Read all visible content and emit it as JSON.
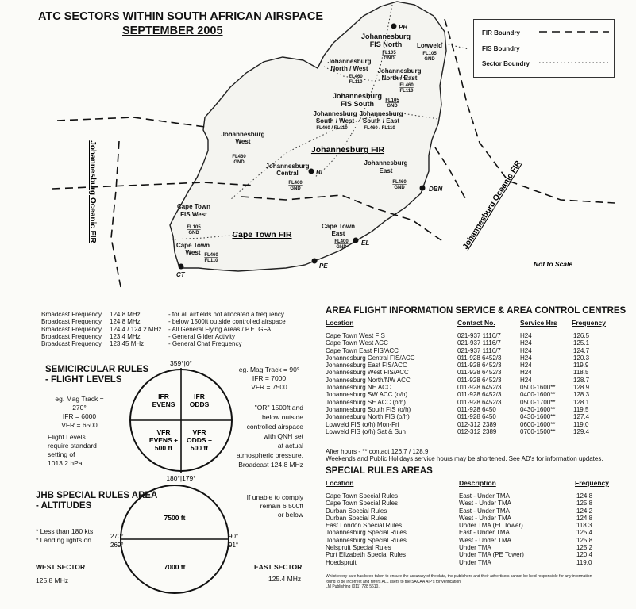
{
  "title": {
    "line1": "ATC SECTORS WITHIN SOUTH AFRICAN AIRSPACE",
    "line2": "SEPTEMBER 2005"
  },
  "legend": {
    "fir": "FIR Boundry",
    "fis": "FIS Boundry",
    "sector": "Sector Boundry"
  },
  "map": {
    "not_to_scale": "Not to Scale",
    "fir_jhb": "Johannesburg FIR",
    "fir_ct": "Cape Town FIR",
    "oceanic_west": "Johannesburg Oceanic FIR",
    "oceanic_east": "Johannesburg Oceanic FIR",
    "cities": [
      {
        "code": "PB"
      },
      {
        "code": "BL"
      },
      {
        "code": "DBN"
      },
      {
        "code": "EL"
      },
      {
        "code": "PE"
      },
      {
        "code": "CT"
      }
    ],
    "sectors": [
      {
        "name": [
          "Johannesburg",
          "FIS North"
        ],
        "levels": [
          "FL105",
          "GND"
        ]
      },
      {
        "name": [
          "Lowveld"
        ],
        "levels": [
          "FL105",
          "GND"
        ]
      },
      {
        "name": [
          "Johannesburg",
          "North / West"
        ],
        "levels": [
          "FL460",
          "FL110"
        ]
      },
      {
        "name": [
          "Johannesburg",
          "North / East"
        ],
        "levels": [
          "FL460",
          "FL110"
        ]
      },
      {
        "name": [
          "Johannesburg",
          "FIS South"
        ],
        "levels": [
          "FL105",
          "GND"
        ]
      },
      {
        "name": [
          "Johannesburg",
          "South / West"
        ],
        "levels": [
          "FL460 / FL110"
        ]
      },
      {
        "name": [
          "Johannesburg",
          "South / East"
        ],
        "levels": [
          "FL460 / FL110"
        ]
      },
      {
        "name": [
          "Johannesburg",
          "West"
        ],
        "levels": [
          "FL460",
          "GND"
        ]
      },
      {
        "name": [
          "Johannesburg",
          "Central"
        ],
        "levels": [
          "FL460",
          "GND"
        ]
      },
      {
        "name": [
          "Johannesburg",
          "East"
        ],
        "levels": [
          "FL460",
          "GND"
        ]
      },
      {
        "name": [
          "Cape Town",
          "FIS West"
        ],
        "levels": [
          "FL105",
          "GND"
        ]
      },
      {
        "name": [
          "Cape Town",
          "West"
        ],
        "levels": [
          "FL460",
          "FL110"
        ]
      },
      {
        "name": [
          "Cape Town",
          "East"
        ],
        "levels": [
          "FL400",
          "GND"
        ]
      }
    ]
  },
  "broadcast": [
    {
      "label": "Broadcast Frequency",
      "freq": "124.8 MHz",
      "desc": "- for all airfields not allocated a frequency"
    },
    {
      "label": "Broadcast Frequency",
      "freq": "124.8 MHz",
      "desc": "- below 1500ft outside controlled airspace"
    },
    {
      "label": "Broadcast Frequency",
      "freq": "124.4 / 124.2 MHz",
      "desc": "- All General Flying Areas / P.E. GFA"
    },
    {
      "label": "Broadcast Frequency",
      "freq": "123.4 MHz",
      "desc": "- General Glider Activity"
    },
    {
      "label": "Broadcast Frequency",
      "freq": "123.45 MHz",
      "desc": "- General Chat Frequency"
    }
  ],
  "semicircular": {
    "heading": [
      "SEMICIRCULAR RULES",
      "- FLIGHT LEVELS"
    ],
    "left": [
      "eg. Mag Track = 270°",
      "IFR = 6000",
      "VFR = 6500"
    ],
    "left2": [
      "Flight Levels",
      "require standard",
      "setting of",
      "1013.2 hPa"
    ],
    "right": [
      "eg. Mag Track = 90°",
      "IFR = 7000",
      "VFR = 7500"
    ],
    "right2": [
      "\"OR\" 1500ft and",
      "below outside",
      "controlled airspace",
      "with QNH set",
      "at actual",
      "atmospheric pressure.",
      "Broadcast 124.8 MHz"
    ],
    "top": "359°|0°",
    "bottom": "180°|179°",
    "q_ifr_evens": [
      "IFR",
      "EVENS"
    ],
    "q_ifr_odds": [
      "IFR",
      "ODDS"
    ],
    "q_vfr_evens": [
      "VFR",
      "EVENS +",
      "500 ft"
    ],
    "q_vfr_odds": [
      "VFR",
      "ODDS +",
      "500 ft"
    ]
  },
  "jhb_special": {
    "heading": [
      "JHB SPECIAL RULES AREA",
      "- ALTITUDES"
    ],
    "notes": [
      "* Less than 180 kts",
      "* Landing lights on"
    ],
    "unable": [
      "If unable to comply",
      "remain 6 500ft",
      "or below"
    ],
    "upper": "7500 ft",
    "lower": "7000 ft",
    "left_deg": [
      "270°",
      "269°"
    ],
    "right_deg": [
      "90°",
      "91°"
    ],
    "west": {
      "label": "WEST SECTOR",
      "freq": "125.8 MHz"
    },
    "east": {
      "label": "EAST SECTOR",
      "freq": "125.4 MHz"
    }
  },
  "afis": {
    "heading": "AREA FLIGHT INFORMATION SERVICE & AREA CONTROL CENTRES",
    "headers": [
      "Location",
      "Contact No.",
      "Service Hrs",
      "Frequency"
    ],
    "rows": [
      [
        "Cape Town West FIS",
        "021-937 1116/7",
        "H24",
        "126.5"
      ],
      [
        "Cape Town West ACC",
        "021-937 1116/7",
        "H24",
        "125.1"
      ],
      [
        "Cape Town East FIS/ACC",
        "021-937 1116/7",
        "H24",
        "124.7"
      ],
      [
        "Johannesburg Central FIS/ACC",
        "011-928 6452/3",
        "H24",
        "120.3"
      ],
      [
        "Johannesburg East FIS/ACC",
        "011-928 6452/3",
        "H24",
        "119.9"
      ],
      [
        "Johannesburg West FIS/ACC",
        "011-928 6452/3",
        "H24",
        "118.5"
      ],
      [
        "Johannesburg North/NW ACC",
        "011-928 6452/3",
        "H24",
        "128.7"
      ],
      [
        "Johannesburg NE ACC",
        "011-928 6452/3",
        "0500-1600**",
        "128.9"
      ],
      [
        "Johannesburg SW ACC (o/h)",
        "011-928 6452/3",
        "0400-1600**",
        "128.3"
      ],
      [
        "Johannesburg SE ACC (o/h)",
        "011-928 6452/3",
        "0500-1700**",
        "128.1"
      ],
      [
        "Johannesburg South FIS (o/h)",
        "011-928 6450",
        "0430-1600**",
        "119.5"
      ],
      [
        "Johannesburg North FIS (o/h)",
        "011-928 6450",
        "0430-1600**",
        "127.4"
      ],
      [
        "Lowveld FIS (o/h) Mon-Fri",
        "012-312 2389",
        "0600-1600**",
        "119.0"
      ],
      [
        "Lowveld FIS (o/h) Sat & Sun",
        "012-312 2389",
        "0700-1500**",
        "129.4"
      ]
    ],
    "after_hours": "After hours - ** contact 126.7 / 128.9",
    "weekend": "Weekends and Public Holidays service hours may be shortened. See AD's for information updates."
  },
  "sra": {
    "heading": "SPECIAL RULES AREAS",
    "headers": [
      "Location",
      "Description",
      "Frequency"
    ],
    "rows": [
      [
        "Cape Town Special Rules",
        "East - Under TMA",
        "124.8"
      ],
      [
        "Cape Town Special Rules",
        "West - Under TMA",
        "125.8"
      ],
      [
        "Durban Special Rules",
        "East - Under TMA",
        "124.2"
      ],
      [
        "Durban Special Rules",
        "West - Under TMA",
        "124.8"
      ],
      [
        "East London Special Rules",
        "Under TMA (EL Tower)",
        "118.3"
      ],
      [
        "Johannesburg Special Rules",
        "East - Under TMA",
        "125.4"
      ],
      [
        "Johannesburg Special Rules",
        "West - Under TMA",
        "125.8"
      ],
      [
        "Nelspruit Special Rules",
        "Under TMA",
        "125.2"
      ],
      [
        "Port Elizabeth Special Rules",
        "Under TMA (PE Tower)",
        "120.4"
      ],
      [
        "Hoedspruit",
        "Under TMA",
        "119.0"
      ]
    ]
  },
  "disclaimer": [
    "Whilst every care has been taken to ensure the accuracy of the data, the publishers and their advertisers cannot be held responsible for any information",
    "found to be incorrect and refers ALL users to the SACAA AIP's for verification.",
    "LM Publishing (011) 728 5610."
  ]
}
